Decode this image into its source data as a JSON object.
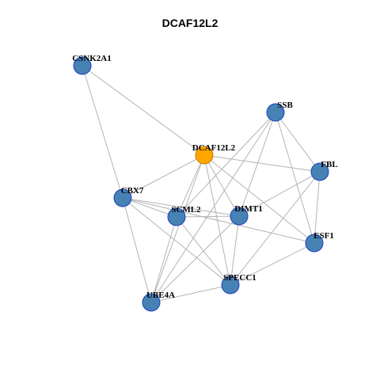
{
  "title": "DCAF12L2",
  "colors": {
    "edge": "#b4b4b4",
    "node_fill": "#4682b4",
    "node_stroke": "#1f3fbf",
    "focus_fill": "#ffa500",
    "focus_stroke": "#c77f00"
  },
  "nodes": [
    {
      "id": "CSNK2A1",
      "label": "CSNK2A1",
      "focus": false
    },
    {
      "id": "SSB",
      "label": "SSB",
      "focus": false
    },
    {
      "id": "DCAF12L2",
      "label": "DCAF12L2",
      "focus": true
    },
    {
      "id": "FBL",
      "label": "FBL",
      "focus": false
    },
    {
      "id": "CBX7",
      "label": "CBX7",
      "focus": false
    },
    {
      "id": "SCML2",
      "label": "SCML2",
      "focus": false
    },
    {
      "id": "DIMT1",
      "label": "DIMT1",
      "focus": false
    },
    {
      "id": "ESF1",
      "label": "ESF1",
      "focus": false
    },
    {
      "id": "SPECC1",
      "label": "SPECC1",
      "focus": false
    },
    {
      "id": "UBE4A",
      "label": "UBE4A",
      "focus": false
    }
  ],
  "edges": [
    [
      "CSNK2A1",
      "DCAF12L2"
    ],
    [
      "CSNK2A1",
      "CBX7"
    ],
    [
      "DCAF12L2",
      "CBX7"
    ],
    [
      "DCAF12L2",
      "SCML2"
    ],
    [
      "DCAF12L2",
      "DIMT1"
    ],
    [
      "DCAF12L2",
      "FBL"
    ],
    [
      "DCAF12L2",
      "ESF1"
    ],
    [
      "DCAF12L2",
      "SPECC1"
    ],
    [
      "DCAF12L2",
      "UBE4A"
    ],
    [
      "SSB",
      "SCML2"
    ],
    [
      "SSB",
      "DIMT1"
    ],
    [
      "SSB",
      "FBL"
    ],
    [
      "SSB",
      "ESF1"
    ],
    [
      "SSB",
      "UBE4A"
    ],
    [
      "FBL",
      "DIMT1"
    ],
    [
      "FBL",
      "ESF1"
    ],
    [
      "FBL",
      "SPECC1"
    ],
    [
      "CBX7",
      "SCML2"
    ],
    [
      "CBX7",
      "DIMT1"
    ],
    [
      "CBX7",
      "ESF1"
    ],
    [
      "CBX7",
      "SPECC1"
    ],
    [
      "CBX7",
      "UBE4A"
    ],
    [
      "SCML2",
      "DIMT1"
    ],
    [
      "SCML2",
      "SPECC1"
    ],
    [
      "SCML2",
      "UBE4A"
    ],
    [
      "DIMT1",
      "SPECC1"
    ],
    [
      "DIMT1",
      "UBE4A"
    ],
    [
      "ESF1",
      "SPECC1"
    ],
    [
      "SPECC1",
      "UBE4A"
    ]
  ]
}
